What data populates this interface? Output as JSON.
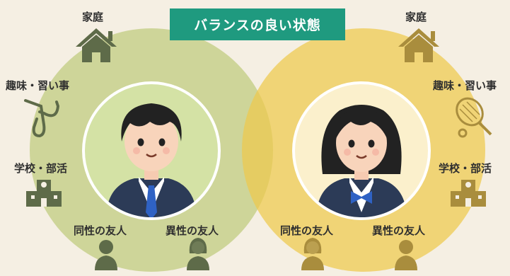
{
  "title": "バランスの良い状態",
  "colors": {
    "background": "#f5efe3",
    "title_bg": "#1f9a7f",
    "left_circle": "#b7c56c",
    "right_circle": "#efc94c",
    "icon_green": "#5e6b49",
    "icon_gold": "#a98d3d",
    "uniform": "#2c3b57"
  },
  "left": {
    "home_label": "家庭",
    "hobby_label": "趣味・習い事",
    "school_label": "学校・部活",
    "same_sex_label": "同性の友人",
    "opposite_sex_label": "異性の友人",
    "hobby_icon": "saxophone-icon",
    "person": "boy-student"
  },
  "right": {
    "home_label": "家庭",
    "hobby_label": "趣味・習い事",
    "school_label": "学校・部活",
    "same_sex_label": "同性の友人",
    "opposite_sex_label": "異性の友人",
    "hobby_icon": "tennis-racket-icon",
    "person": "girl-student"
  }
}
